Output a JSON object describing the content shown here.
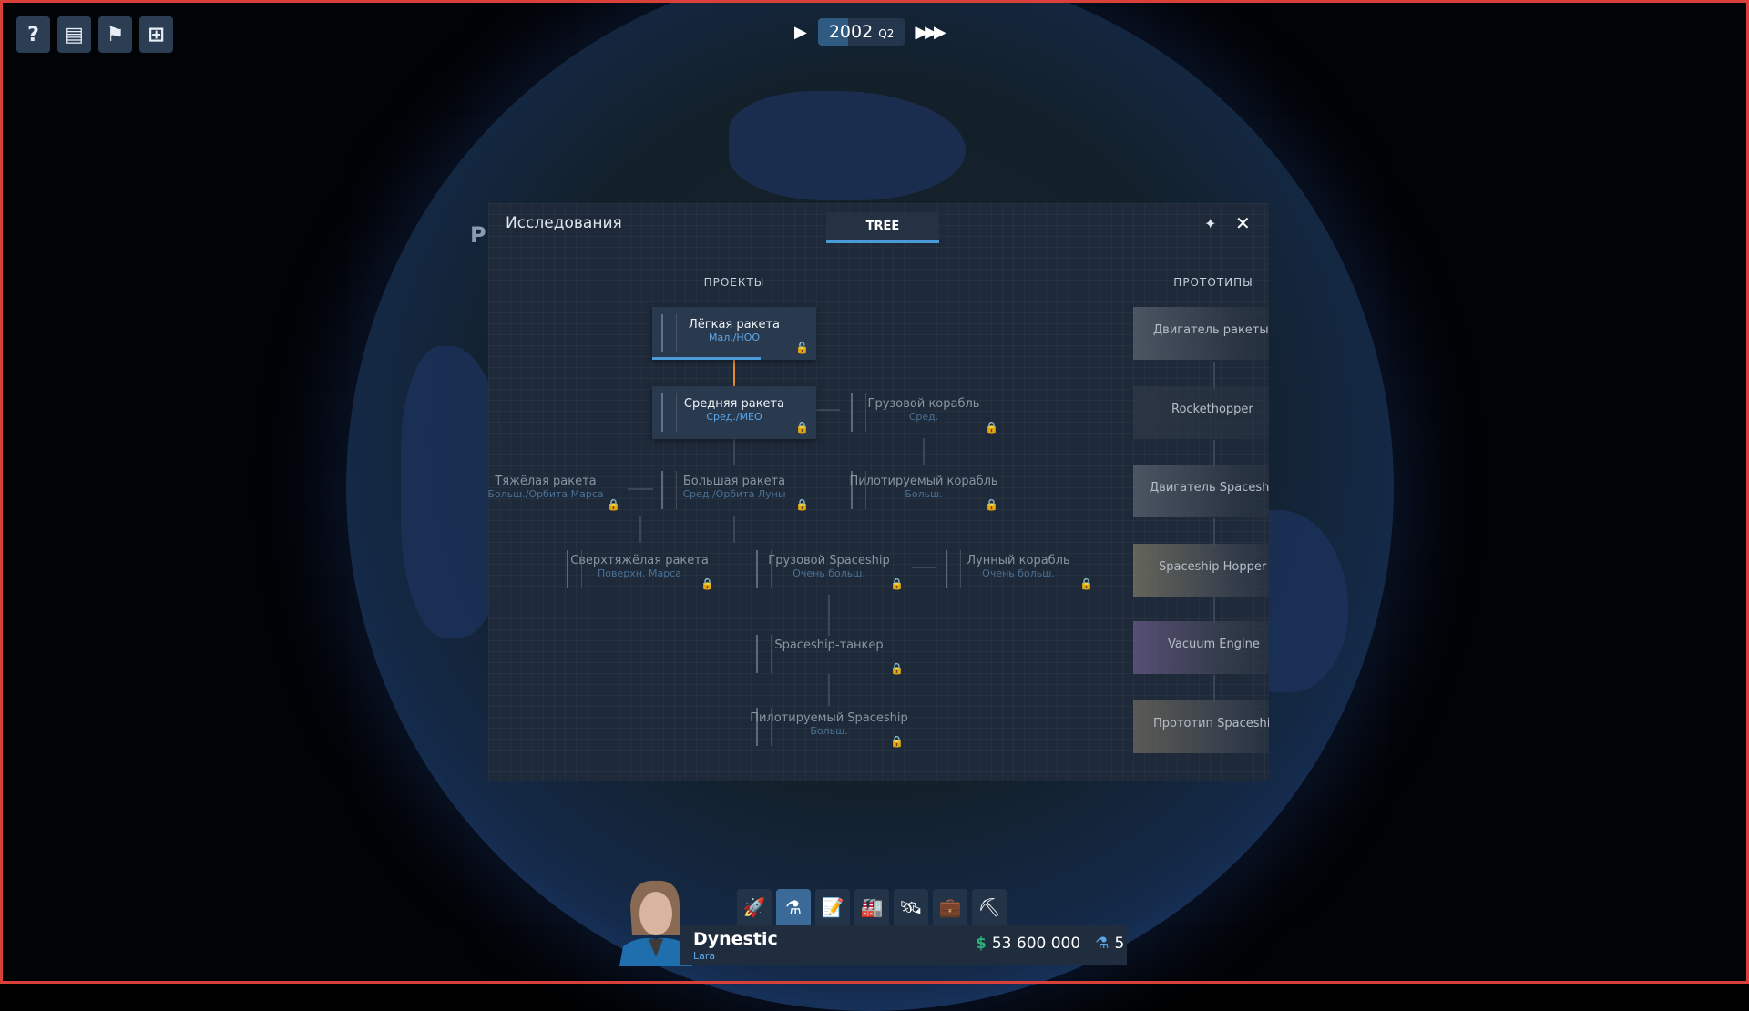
{
  "top_toolbar": {
    "buttons": [
      {
        "icon": "help-icon",
        "glyph": "?"
      },
      {
        "icon": "news-icon",
        "glyph": "▤"
      },
      {
        "icon": "flag-icon",
        "glyph": "⚑"
      },
      {
        "icon": "grid-icon",
        "glyph": "⊞"
      }
    ]
  },
  "time_control": {
    "play_glyph": "▶",
    "year": "2002",
    "quarter": "Q2",
    "fast_forward_glyph": "▶▶▶"
  },
  "background_label": "P",
  "research_window": {
    "title": "Исследования",
    "tab": "TREE",
    "pin_glyph": "✦",
    "close_glyph": "✕",
    "projects_header": "ПРОЕКТЫ",
    "prototypes_header": "ПРОТОТИПЫ",
    "projects": [
      {
        "name": "Лёгкая ракета",
        "sub": "Мал./НОО",
        "lock": "🔓"
      },
      {
        "name": "Средняя ракета",
        "sub": "Сред./MEO",
        "lock": "🔒"
      },
      {
        "name": "Грузовой корабль",
        "sub": "Сред.",
        "lock": "🔒"
      },
      {
        "name": "Тяжёлая ракета",
        "sub": "Больш./Орбита Марса",
        "lock": "🔒"
      },
      {
        "name": "Большая ракета",
        "sub": "Сред./Орбита Луны",
        "lock": "🔒"
      },
      {
        "name": "Пилотируемый корабль",
        "sub": "Больш.",
        "lock": "🔒"
      },
      {
        "name": "Сверхтяжёлая ракета",
        "sub": "Поверхн. Марса",
        "lock": "🔒"
      },
      {
        "name": "Грузовой Spaceship",
        "sub": "Очень больш.",
        "lock": "🔒"
      },
      {
        "name": "Лунный корабль",
        "sub": "Очень больш.",
        "lock": "🔒"
      },
      {
        "name": "Spaceship-танкер",
        "sub": "",
        "lock": "🔒"
      },
      {
        "name": "Пилотируемый Spaceship",
        "sub": "Больш.",
        "lock": "🔒"
      }
    ],
    "prototypes": [
      {
        "name": "Двигатель ракеты"
      },
      {
        "name": "Rockethopper"
      },
      {
        "name": "Двигатель Spaceship"
      },
      {
        "name": "Spaceship Hopper"
      },
      {
        "name": "Vacuum Engine"
      },
      {
        "name": "Прототип Spaceship"
      }
    ]
  },
  "bottom_bar": {
    "tabs": [
      {
        "icon": "rocket-icon",
        "glyph": "🚀"
      },
      {
        "icon": "flask-icon",
        "glyph": "⚗"
      },
      {
        "icon": "contract-icon",
        "glyph": "📝"
      },
      {
        "icon": "factory-icon",
        "glyph": "🏭"
      },
      {
        "icon": "satellite-icon",
        "glyph": "🛰"
      },
      {
        "icon": "briefcase-icon",
        "glyph": "💼"
      },
      {
        "icon": "worker-icon",
        "glyph": "⛏"
      }
    ],
    "company": "Dynestic",
    "player": "Lara",
    "currency_symbol": "$",
    "money": "53 600 000",
    "research_glyph": "⚗",
    "research_points": "5"
  },
  "colors": {
    "accent": "#4a9ad8",
    "frame": "#d9403a",
    "money": "#2fb07a",
    "unlocked": "#4caf50",
    "locked": "#e88a2e"
  }
}
